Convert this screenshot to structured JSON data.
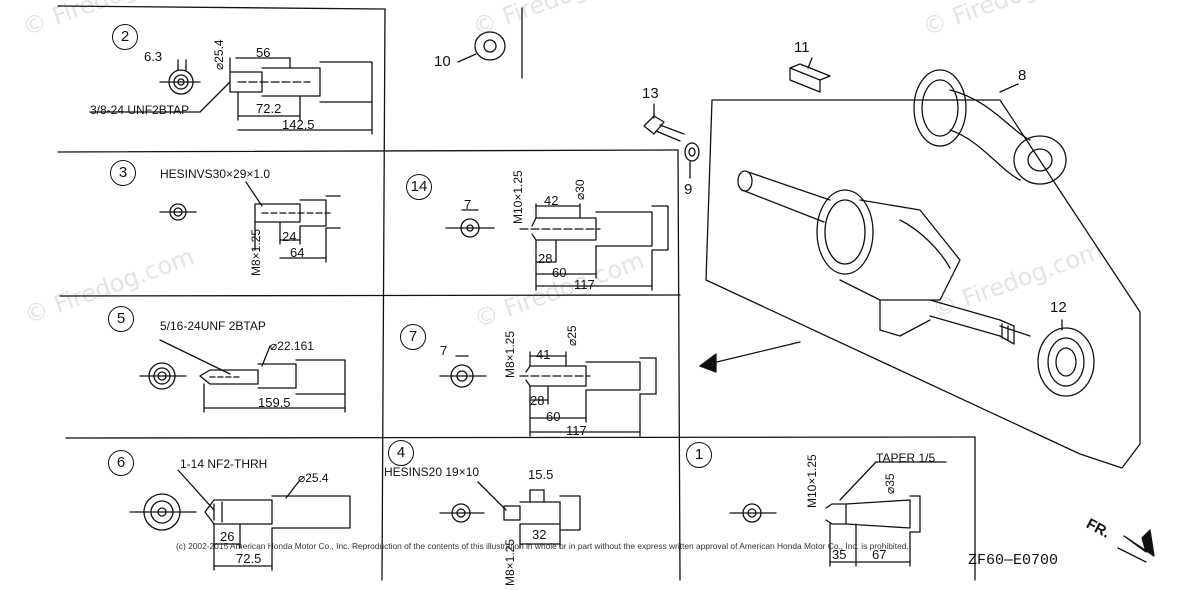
{
  "watermarks": [
    "© Firedog",
    "© Firedog.com",
    "© Firedog.com",
    "© Firedog",
    "© Firedog.com",
    "© Firedog"
  ],
  "diagram_code": "ZF60—E0700",
  "direction_label": "FR.",
  "copyright": "(c) 2002-2015 American Honda Motor Co., Inc. Reproduction of the contents of this illustration in whole or in part without the express written approval of American Honda Motor Co., Inc. is prohibited.",
  "variants": {
    "v2": {
      "number": "2",
      "dims": [
        "6.3",
        "56",
        "72.2",
        "142.5"
      ],
      "diameter": "⌀25.4",
      "thread": "3/8-24 UNF2BTAP"
    },
    "v3": {
      "number": "3",
      "spec": "HESINVS30×29×1.0",
      "thread": "M8×1.25",
      "dims": [
        "24",
        "64"
      ]
    },
    "v14": {
      "number": "14",
      "key": "7",
      "thread": "M10×1.25",
      "diameter": "⌀30",
      "dims": [
        "42",
        "28",
        "60",
        "117"
      ]
    },
    "v5": {
      "number": "5",
      "thread": "5/16-24UNF 2BTAP",
      "diameter": "⌀22.161",
      "dims": [
        "159.5"
      ]
    },
    "v7": {
      "number": "7",
      "key": "7",
      "thread": "M8×1.25",
      "diameter": "⌀25",
      "dims": [
        "41",
        "28",
        "60",
        "117"
      ]
    },
    "v6": {
      "number": "6",
      "thread": "1-14 NF2-THRH",
      "diameter": "⌀25.4",
      "dims": [
        "26",
        "72.5"
      ]
    },
    "v4": {
      "number": "4",
      "spec": "HESINS20 19×10",
      "dims": [
        "15.5",
        "32"
      ],
      "thread": "M8×1.25"
    },
    "v1": {
      "number": "1",
      "thread": "M10×1.25",
      "taper": "TAPER 1/5",
      "diameter": "⌀35",
      "dims": [
        "35",
        "67"
      ]
    }
  },
  "callouts": [
    "8",
    "9",
    "10",
    "11",
    "12",
    "13"
  ]
}
